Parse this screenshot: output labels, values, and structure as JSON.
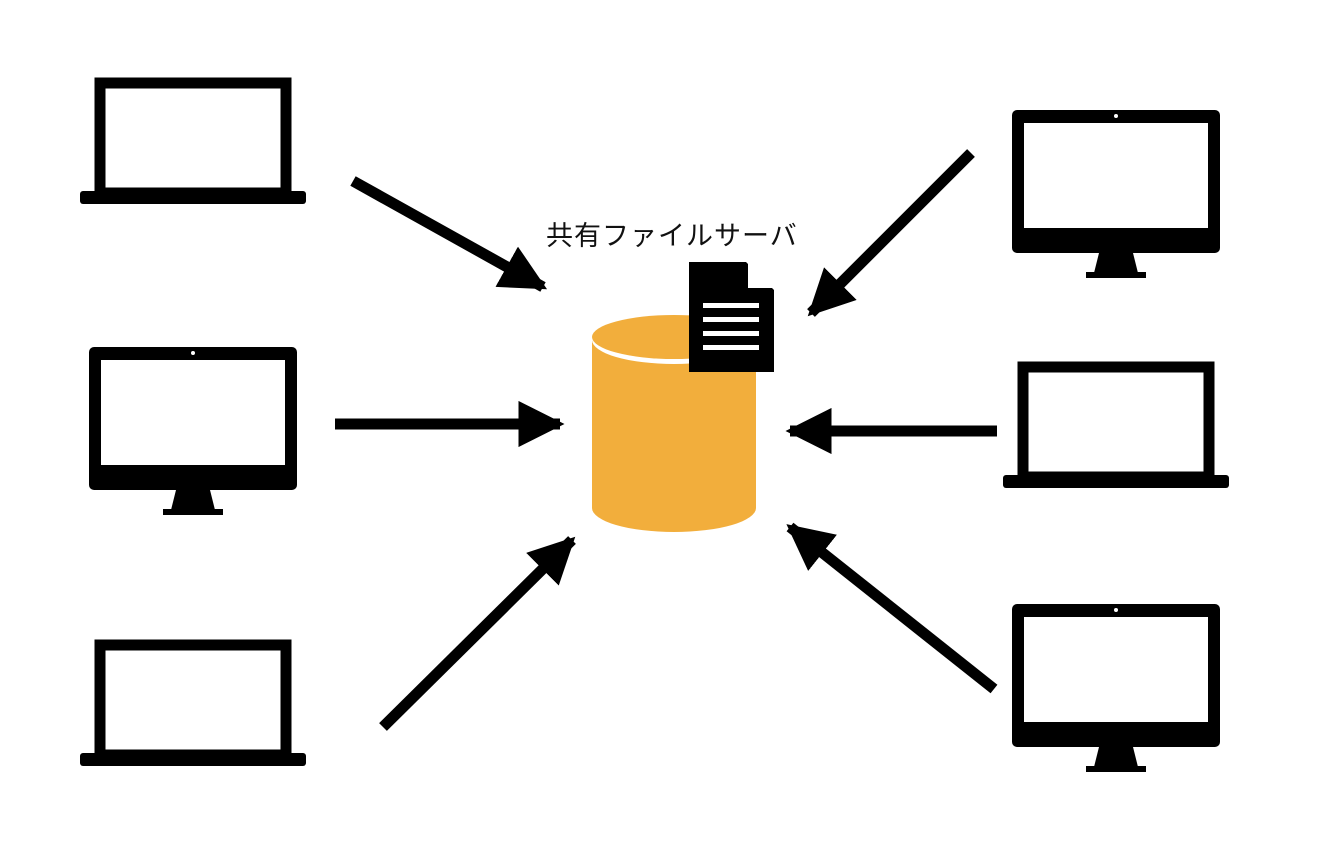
{
  "diagram": {
    "server_label": "共有ファイルサーバ",
    "colors": {
      "server": "#F2AE3C",
      "ink": "#000000",
      "background": "#FFFFFF"
    },
    "nodes": [
      {
        "id": "laptop-top-left",
        "icon": "laptop-icon"
      },
      {
        "id": "desktop-middle-left",
        "icon": "desktop-icon"
      },
      {
        "id": "laptop-bottom-left",
        "icon": "laptop-icon"
      },
      {
        "id": "desktop-top-right",
        "icon": "desktop-icon"
      },
      {
        "id": "laptop-middle-right",
        "icon": "laptop-icon"
      },
      {
        "id": "desktop-bottom-right",
        "icon": "desktop-icon"
      },
      {
        "id": "file-server",
        "icon": "database-icon"
      },
      {
        "id": "shared-file",
        "icon": "document-icon"
      }
    ],
    "edges": [
      {
        "from": "laptop-top-left",
        "to": "file-server"
      },
      {
        "from": "desktop-middle-left",
        "to": "file-server"
      },
      {
        "from": "laptop-bottom-left",
        "to": "file-server"
      },
      {
        "from": "desktop-top-right",
        "to": "file-server"
      },
      {
        "from": "laptop-middle-right",
        "to": "file-server"
      },
      {
        "from": "desktop-bottom-right",
        "to": "file-server"
      }
    ]
  }
}
